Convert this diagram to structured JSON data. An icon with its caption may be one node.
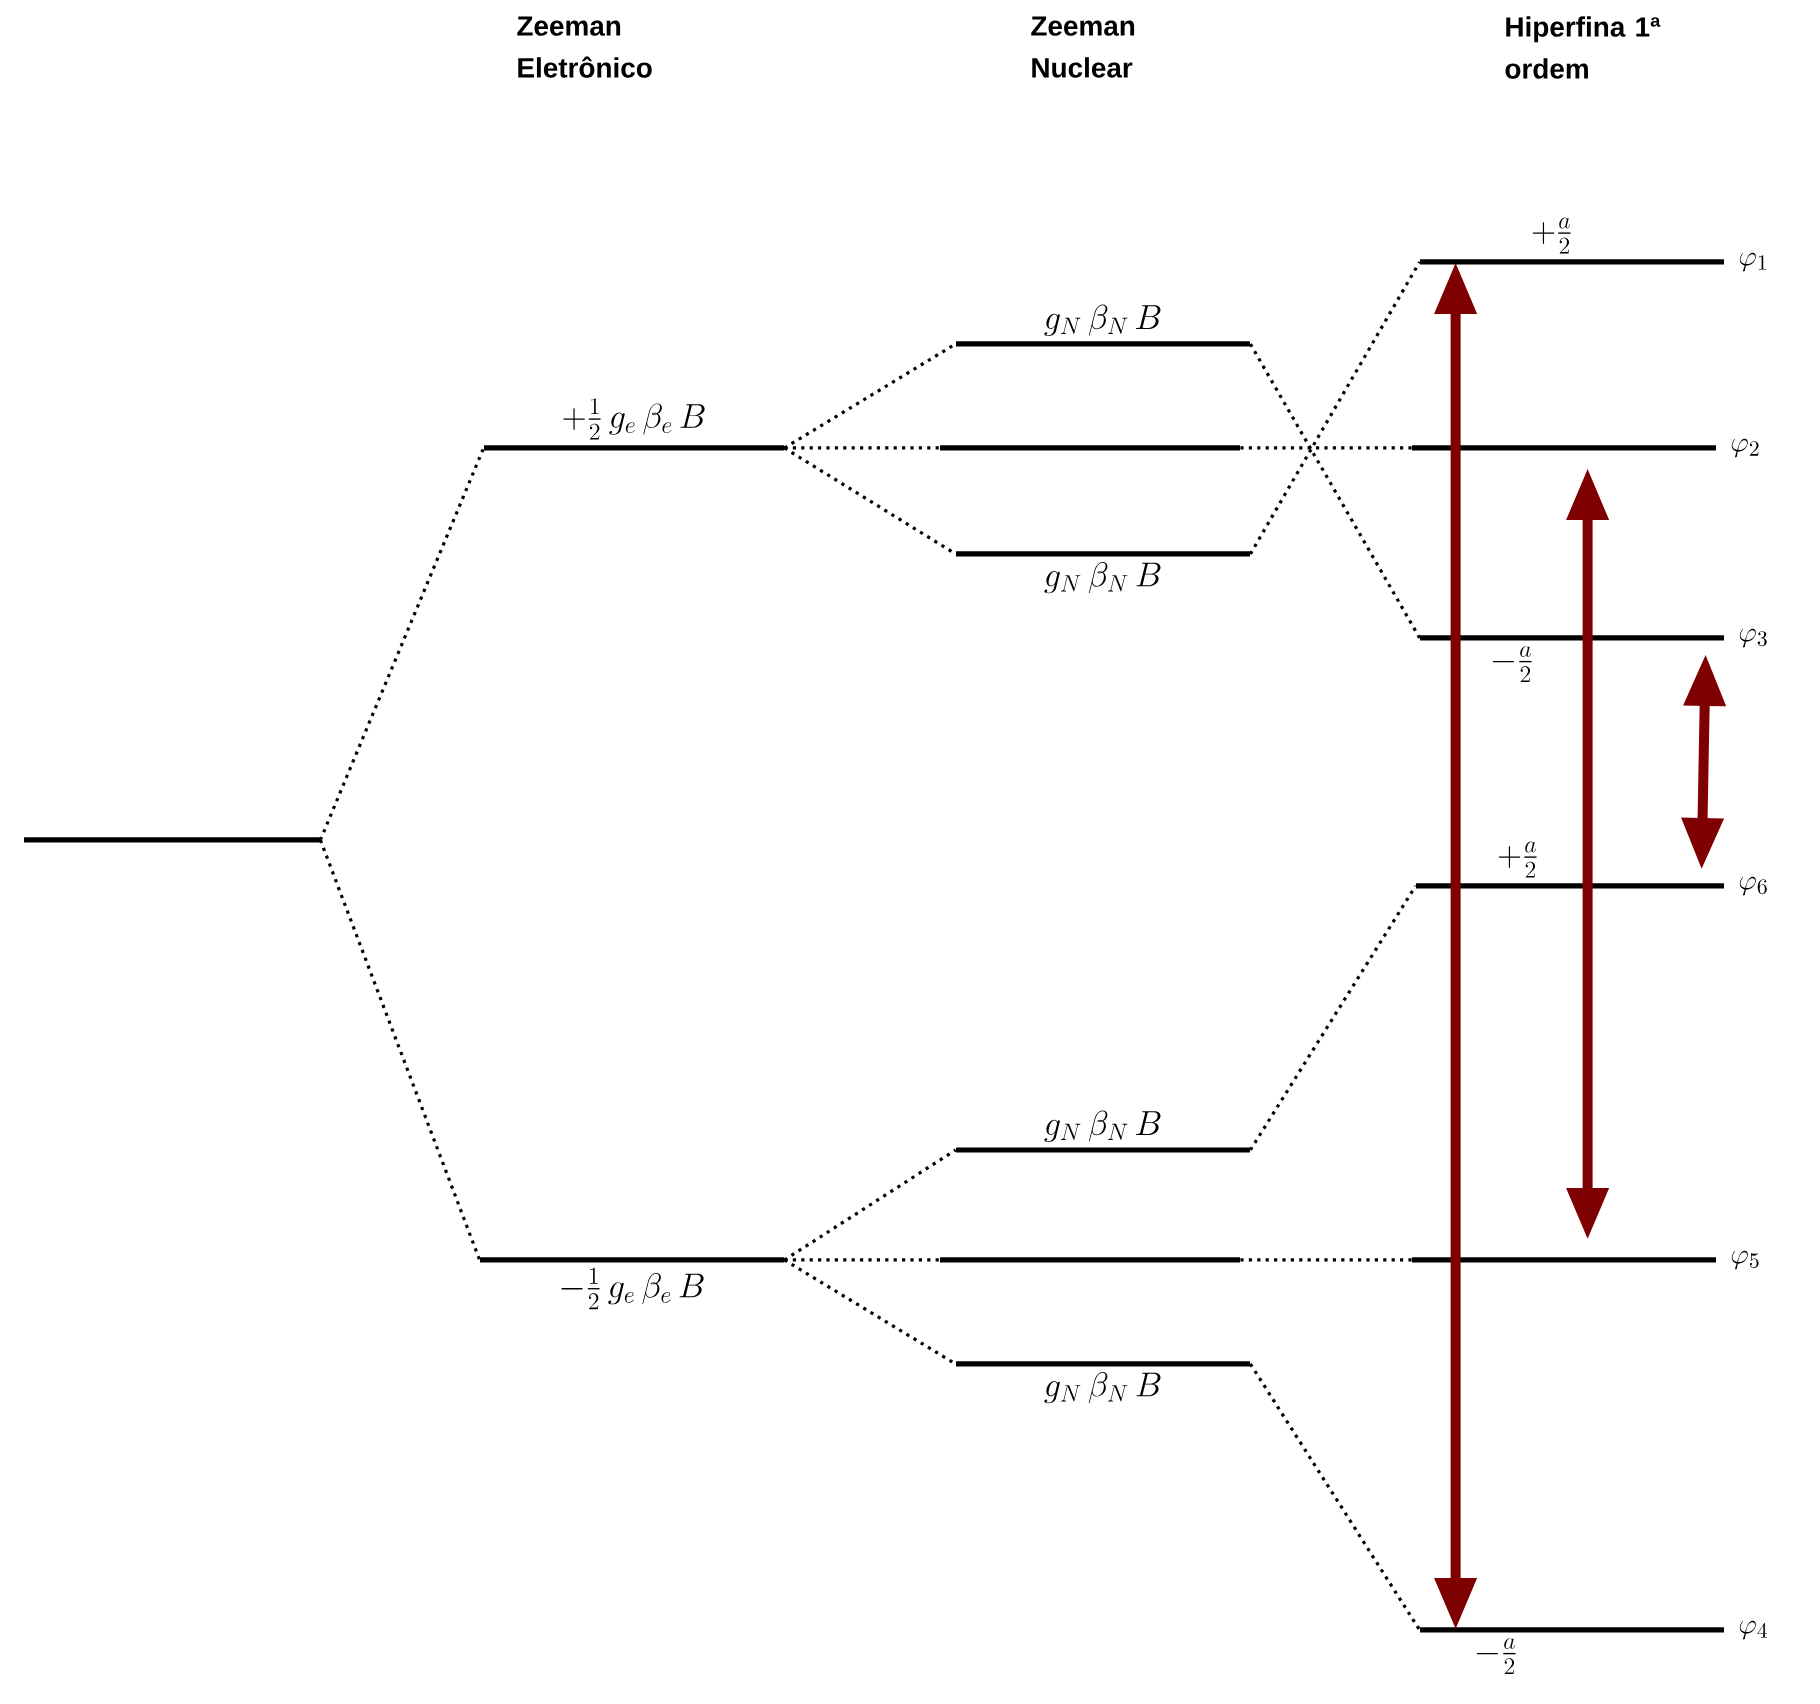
{
  "diagram": {
    "nodes": [
      {
        "text": [],
        "shape": "bar"
      },
      {
        "text": [
          "+\\frac{1}{2}\\,g_e\\,\\beta_e\\,B"
        ]
      },
      {
        "text": [
          "-\\frac{1}{2}\\,g_e\\,\\beta_e\\,B"
        ]
      },
      {
        "text": [
          "g_N\\,\\beta_N\\,B"
        ]
      },
      {
        "text": [],
        "shape": "bar"
      },
      {
        "text": [
          "g_N\\,\\beta_N\\,B"
        ]
      },
      {
        "text": [
          "g_N\\,\\beta_N\\,B"
        ]
      },
      {
        "text": [],
        "shape": "bar"
      },
      {
        "text": [
          "g_N\\,\\beta_N\\,B"
        ]
      },
      {
        "text": [
          "+\\frac{a}{2}"
        ],
        "beside": [
          "\\varphi_1"
        ]
      },
      {
        "text": [],
        "shape": "bar",
        "beside": [
          "\\varphi_2"
        ]
      },
      {
        "text": [
          "-\\frac{a}{2}"
        ],
        "beside": [
          "\\varphi_3"
        ]
      },
      {
        "text": [
          "+\\frac{a}{2}"
        ],
        "beside": [
          "\\varphi_6"
        ]
      },
      {
        "text": [],
        "shape": "bar",
        "beside": [
          "\\varphi_5"
        ]
      },
      {
        "text": [
          "-\\frac{a}{2}"
        ],
        "beside": [
          "\\varphi_4"
        ]
      }
    ],
    "edges": [
      {
        "from": 0,
        "to": 1,
        "arrow": "none",
        "style": "dashed"
      },
      {
        "from": 0,
        "to": 2,
        "arrow": "none",
        "style": "dashed"
      },
      {
        "from": 1,
        "to": 3,
        "arrow": "none",
        "style": "dashed"
      },
      {
        "from": 1,
        "to": 4,
        "arrow": "none",
        "style": "dashed"
      },
      {
        "from": 1,
        "to": 5,
        "arrow": "none",
        "style": "dashed"
      },
      {
        "from": 2,
        "to": 6,
        "arrow": "none",
        "style": "dashed"
      },
      {
        "from": 2,
        "to": 7,
        "arrow": "none",
        "style": "dashed"
      },
      {
        "from": 2,
        "to": 8,
        "arrow": "none",
        "style": "dashed"
      },
      {
        "from": 3,
        "to": 11,
        "arrow": "none",
        "style": "dashed"
      },
      {
        "from": 4,
        "to": 10,
        "arrow": "none",
        "style": "dashed"
      },
      {
        "from": 5,
        "to": 9,
        "arrow": "none",
        "style": "dashed"
      },
      {
        "from": 6,
        "to": 12,
        "arrow": "none",
        "style": "dashed"
      },
      {
        "from": 7,
        "to": 13,
        "arrow": "none",
        "style": "dashed"
      },
      {
        "from": 8,
        "to": 14,
        "arrow": "none",
        "style": "dashed"
      },
      {
        "from": 14,
        "to": 9,
        "arrow": "both",
        "style": "thick",
        "color": "#7f0000"
      },
      {
        "from": 10,
        "to": 13,
        "arrow": "both",
        "style": "thick",
        "color": "#7f0000"
      },
      {
        "from": 11,
        "to": 12,
        "arrow": "both",
        "style": "thick",
        "color": "#7f0000"
      }
    ],
    "labels": [
      "Zeeman Eletrônico",
      "Zeeman Nuclear",
      "Hiperfina 1ª ordem"
    ]
  }
}
